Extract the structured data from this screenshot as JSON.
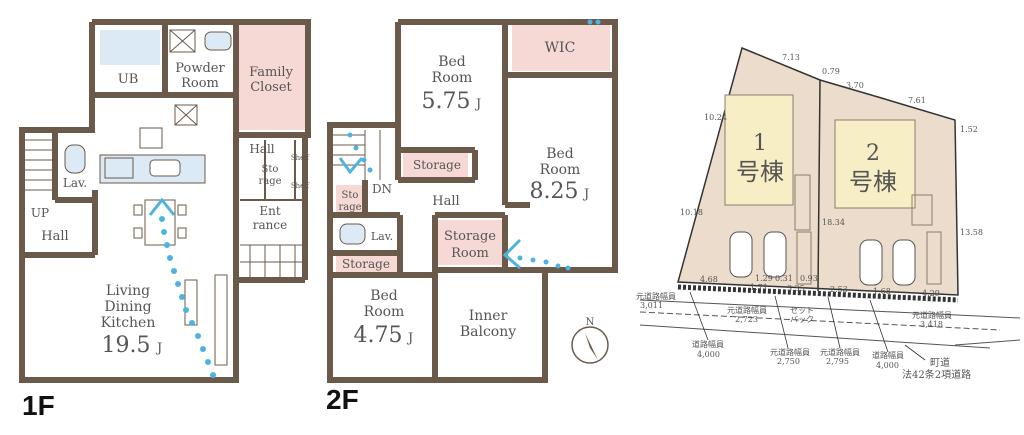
{
  "floor1": {
    "tag": "1F",
    "rooms": {
      "ub": "UB",
      "powder1": "Powder",
      "powder2": "Room",
      "family1": "Family",
      "family2": "Closet",
      "hall_small": "Hall",
      "storage1": "Sto",
      "storage2": "rage",
      "shelf": "Shelf",
      "entrance1": "Ent",
      "entrance2": "rance",
      "lav": "Lav.",
      "up": "UP",
      "hall": "Hall",
      "ldk1": "Living",
      "ldk2": "Dining",
      "ldk3": "Kitchen",
      "ldk_size": "19.5",
      "ldk_unit": "J"
    }
  },
  "floor2": {
    "tag": "2F",
    "rooms": {
      "bed1_1": "Bed",
      "bed1_2": "Room",
      "bed1_size": "5.75",
      "bed1_unit": "J",
      "wic": "WIC",
      "storage_a": "Storage",
      "bed2_1": "Bed",
      "bed2_2": "Room",
      "bed2_size": "8.25",
      "bed2_unit": "J",
      "sto1": "Sto",
      "sto2": "rage",
      "dn": "DN",
      "hall": "Hall",
      "lav": "Lav.",
      "storage_b1": "Storage",
      "storage_b2": "Room",
      "storage_c": "Storage",
      "bed3_1": "Bed",
      "bed3_2": "Room",
      "bed3_size": "4.75",
      "bed3_unit": "J",
      "balcony1": "Inner",
      "balcony2": "Balcony",
      "north": "N"
    }
  },
  "site": {
    "lot1_num": "1",
    "lot1_name": "号棟",
    "lot2_num": "2",
    "lot2_name": "号棟",
    "dims": {
      "d713": "7.13",
      "d079": "0.79",
      "d370": "3.70",
      "d761": "7.61",
      "d152": "1.52",
      "d1024": "10.24",
      "d1018": "10.18",
      "d1834": "18.34",
      "d1358": "13.58",
      "d468": "4.68",
      "d129": "1.29",
      "d031": "0.31",
      "d093": "0.93",
      "d171": "1.71",
      "d335": "3.35",
      "d253": "2.53",
      "d168": "1.68",
      "d429": "4.29"
    },
    "notes": {
      "n1a": "元道路幅員",
      "n1b": "3,011",
      "n2a": "元道路幅員",
      "n2b": "2,723",
      "n3a": "セット",
      "n3b": "バック",
      "n4a": "元道路幅員",
      "n4b": "3,418",
      "n5a": "道路幅員",
      "n5b": "4,000",
      "n6a": "元道路幅員",
      "n6b": "2,750",
      "n7a": "元道路幅員",
      "n7b": "2,795",
      "n8a": "道路幅員",
      "n8b": "4,000",
      "n9a": "町道",
      "n9b": "法42条2項道路"
    }
  }
}
